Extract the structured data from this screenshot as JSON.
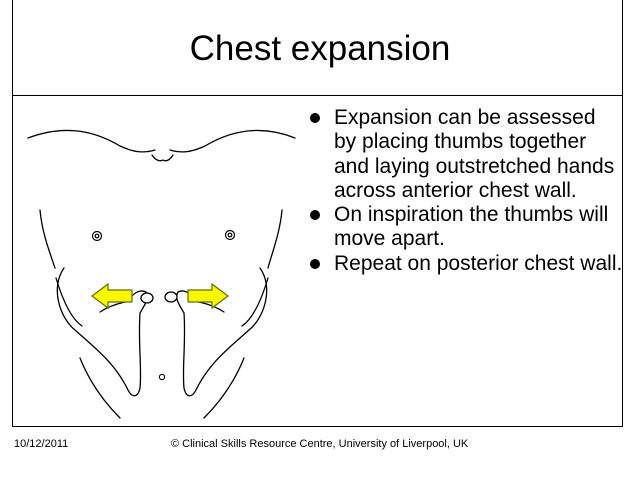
{
  "slide": {
    "title": "Chest expansion",
    "bullets": [
      {
        "text": "Expansion can be assessed by placing thumbs together and laying outstretched hands across anterior chest wall."
      },
      {
        "text": "On inspiration the thumbs will move apart."
      },
      {
        "text": "Repeat on posterior chest wall."
      }
    ]
  },
  "footer": {
    "date": "10/12/2011",
    "credit": "© Clinical Skills Resource Centre, University of Liverpool, UK"
  },
  "colors": {
    "arrow_fill": "#f7f700",
    "arrow_stroke": "#6b6b00",
    "line": "#000000"
  },
  "illustration": {
    "icons": [
      "torso-outline",
      "nipple",
      "hand",
      "arrow-left",
      "arrow-right",
      "navel"
    ]
  }
}
